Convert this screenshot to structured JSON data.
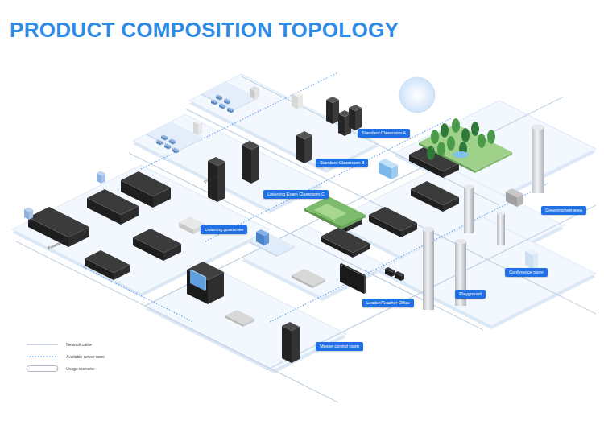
{
  "diagram": {
    "title": "PRODUCT COMPOSITION TOPOLOGY",
    "nodes": [
      {
        "text": [
          "Standard Classroom A"
        ]
      },
      {
        "text": [
          "Standard Classroom B"
        ]
      },
      {
        "text": [
          "Listening Exam Classroom C"
        ]
      },
      {
        "text": [
          "Listening guarantee"
        ]
      },
      {
        "text": [
          "Greening/rest area"
        ]
      },
      {
        "text": [
          "Conference room"
        ]
      },
      {
        "text": [
          "Playground"
        ]
      },
      {
        "text": [
          "Leader/Teacher Office"
        ]
      },
      {
        "text": [
          "Master control room"
        ]
      }
    ],
    "labels": [
      "Preamplifier T-6201",
      "T-6607A"
    ],
    "legend": [
      {
        "text": "Network cable"
      },
      {
        "text": "Available server room"
      },
      {
        "text": "Usage scenario"
      }
    ]
  }
}
